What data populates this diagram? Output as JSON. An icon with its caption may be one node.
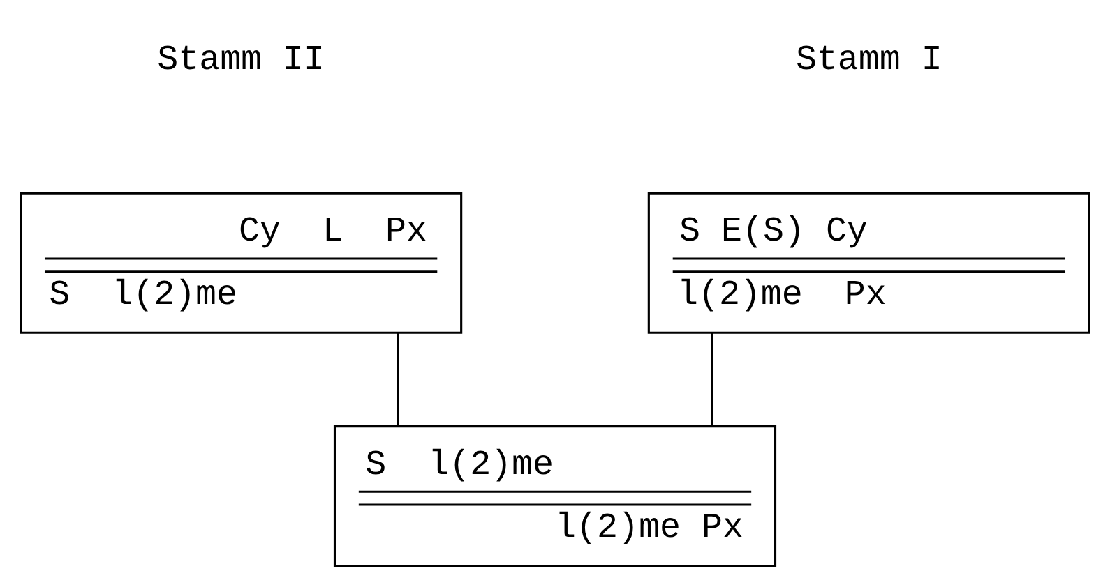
{
  "diagram": {
    "nodes": [
      {
        "text": [
          "S E(S) Cy",
          "l(2)me  Px"
        ]
      },
      {
        "text": [
          "Cy  L  Px",
          "S  l(2)me"
        ]
      },
      {
        "text": [
          "S  l(2)me",
          "l(2)me Px"
        ]
      }
    ],
    "edges": [
      {
        "from": 0,
        "to": 2,
        "arrow": "none"
      },
      {
        "from": 1,
        "to": 2,
        "arrow": "none"
      }
    ],
    "labels": [
      "Stamm I",
      "Stamm II"
    ]
  }
}
